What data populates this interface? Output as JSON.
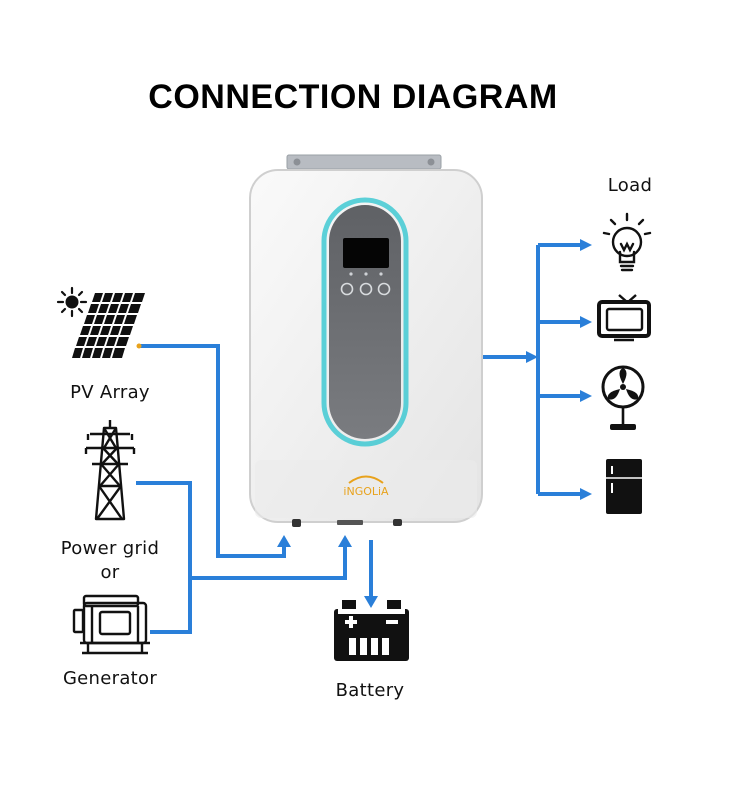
{
  "title": "CONNECTION DIAGRAM",
  "labels": {
    "pv_array": "PV Array",
    "power_grid": "Power grid",
    "or": "or",
    "generator": "Generator",
    "battery": "Battery",
    "load": "Load"
  },
  "brand_logo": "iNGOLiA",
  "colors": {
    "arrow_blue": "#2a7fd9",
    "inverter_body": "#f2f2f2",
    "display_panel": "#6a6c70",
    "panel_glow": "#41c9d2"
  }
}
